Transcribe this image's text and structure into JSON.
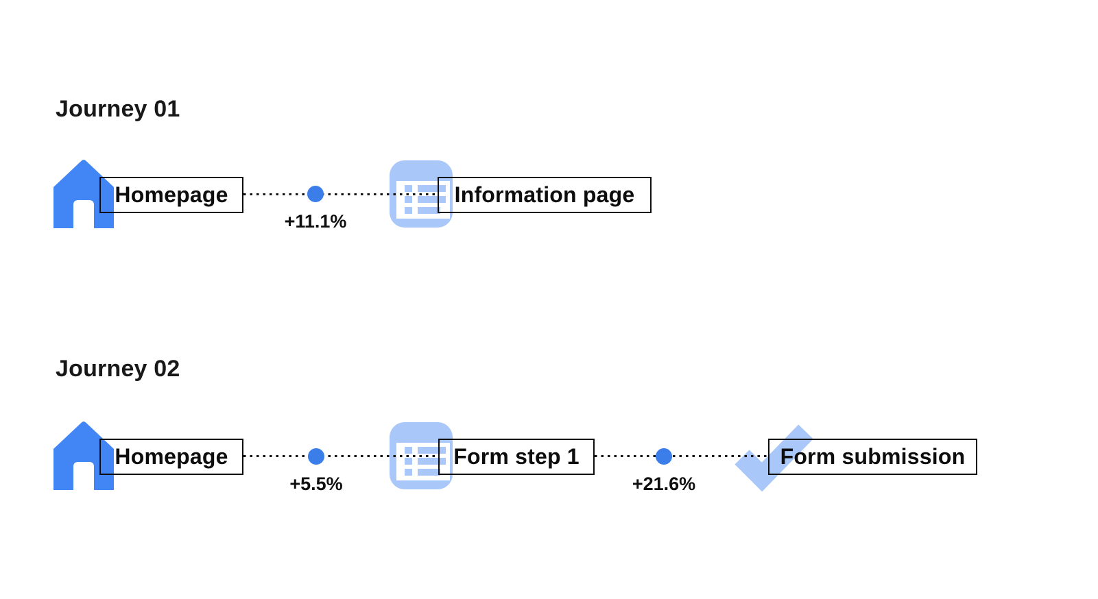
{
  "diagram": {
    "type": "user-journey-flow",
    "background": "#ffffff",
    "colors": {
      "primary_blue": "#4285f4",
      "light_blue": "#a9c7f9",
      "dot_blue": "#3b7de9",
      "line_black": "#141414",
      "text_black": "#0d0d0d"
    }
  },
  "journeys": [
    {
      "title": "Journey 01",
      "nodes": [
        {
          "icon": "home-icon",
          "label": "Homepage"
        },
        {
          "icon": "document-list-icon",
          "label": "Information page"
        }
      ],
      "transitions": [
        {
          "change": "+11.1%"
        }
      ]
    },
    {
      "title": "Journey 02",
      "nodes": [
        {
          "icon": "home-icon",
          "label": "Homepage"
        },
        {
          "icon": "document-list-icon",
          "label": "Form step 1"
        },
        {
          "icon": "checkmark-icon",
          "label": "Form submission"
        }
      ],
      "transitions": [
        {
          "change": "+5.5%"
        },
        {
          "change": "+21.6%"
        }
      ]
    }
  ]
}
